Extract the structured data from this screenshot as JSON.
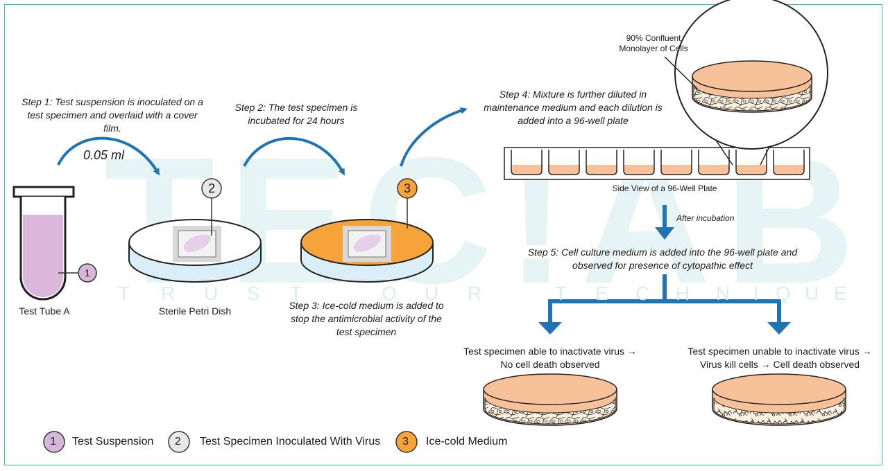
{
  "watermark": {
    "letters": [
      "T",
      "R",
      "U",
      "S",
      "T",
      "O",
      "U",
      "R",
      "T",
      "E",
      "C",
      "H",
      "N",
      "I",
      "Q",
      "U",
      "E"
    ]
  },
  "steps": {
    "step1": "Step 1: Test suspension is inoculated on a test specimen and overlaid with a cover film.",
    "volume": "0.05 ml",
    "step2": "Step 2: The test specimen is incubated for 24 hours",
    "step3": "Step 3: Ice-cold medium is added to stop the antimicrobial activity of the test specimen",
    "step4": "Step 4: Mixture is further diluted in maintenance medium and each dilution is added into a 96-well plate",
    "after": "After incubation",
    "step5": "Step 5: Cell culture medium is added into the 96-well plate and observed for presence of cytopathic effect"
  },
  "labels": {
    "tube": "Test Tube A",
    "dish": "Sterile Petri Dish",
    "plate": "Side View of a 96-Well Plate",
    "monolayer_line1": "90% Confluent",
    "monolayer_line2": "Monolayer of Cells"
  },
  "results": {
    "left_line1": "Test specimen able to inactivate virus →",
    "left_line2": "No cell death observed",
    "right_line1": "Test specimen unable to inactivate virus →",
    "right_line2": "Virus kill cells → Cell death observed"
  },
  "markers": {
    "m1": "1",
    "m2": "2",
    "m3": "3"
  },
  "legend": [
    {
      "num": "1",
      "label": "Test Suspension",
      "color": "#d6b6d9"
    },
    {
      "num": "2",
      "label": "Test Specimen Inoculated With Virus",
      "color": "#e8e8e8"
    },
    {
      "num": "3",
      "label": "Ice-cold Medium",
      "color": "#f6a43a"
    }
  ],
  "colors": {
    "arrow": "#1f73b7",
    "tube_fill": "#dcb7dc",
    "dish_base": "#d9eef7",
    "ice_medium": "#f6a43a",
    "well_medium": "#f7c29a",
    "frame": "#3bbcbf"
  }
}
